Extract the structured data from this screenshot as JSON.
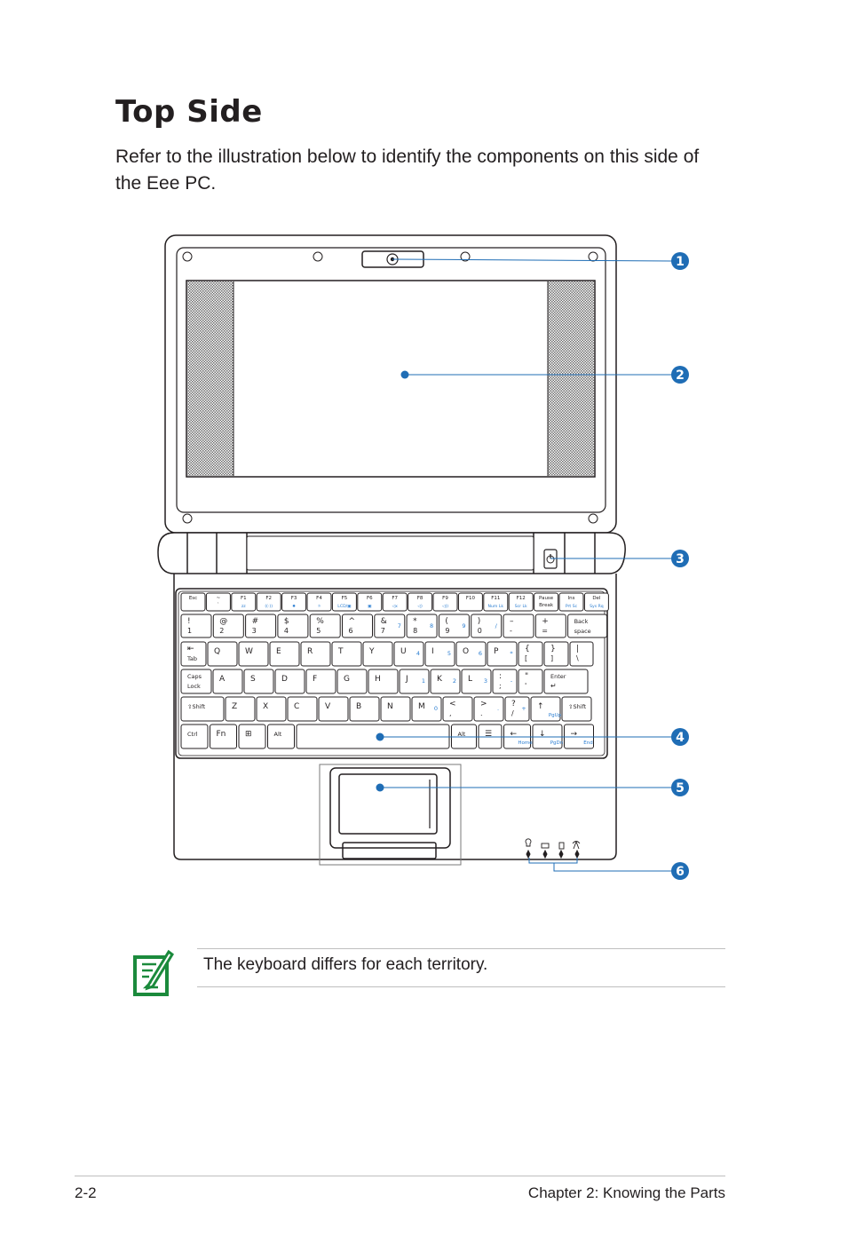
{
  "page": {
    "title": "Top Side",
    "intro": "Refer to the illustration below to identify the components on this side of the Eee PC."
  },
  "callouts": [
    "1",
    "2",
    "3",
    "4",
    "5",
    "6"
  ],
  "note": {
    "icon": "note-pencil-icon",
    "text": "The keyboard differs for each territory."
  },
  "footer": {
    "page_number": "2-2",
    "chapter": "Chapter 2: Knowing the Parts"
  },
  "colors": {
    "callout_blue": "#1f6db5",
    "note_green": "#1b8a3c",
    "key_blue": "#2a7dd1"
  },
  "keyboard": {
    "rows": [
      [
        {
          "m": "Esc"
        },
        {
          "m": "~",
          "s": "`"
        },
        {
          "m": "F1",
          "b": "zᴢ"
        },
        {
          "m": "F2",
          "b": "((·))"
        },
        {
          "m": "F3",
          "b": "✹"
        },
        {
          "m": "F4",
          "b": "☼"
        },
        {
          "m": "F5",
          "b": "LCD/▣"
        },
        {
          "m": "F6",
          "b": "▣"
        },
        {
          "m": "F7",
          "b": "◁x"
        },
        {
          "m": "F8",
          "b": "◁)"
        },
        {
          "m": "F9",
          "b": "◁))"
        },
        {
          "m": "F10"
        },
        {
          "m": "F11",
          "b": "Num Lk"
        },
        {
          "m": "F12",
          "b": "Scr Lk"
        },
        {
          "m": "Pause",
          "s": "Break"
        },
        {
          "m": "Ins",
          "b": "Prt Sc"
        },
        {
          "m": "Del",
          "b": "Sys Rq"
        }
      ],
      [
        {
          "m": "!",
          "s": "1"
        },
        {
          "m": "@",
          "s": "2"
        },
        {
          "m": "#",
          "s": "3"
        },
        {
          "m": "$",
          "s": "4"
        },
        {
          "m": "%",
          "s": "5"
        },
        {
          "m": "^",
          "s": "6"
        },
        {
          "m": "&",
          "s": "7",
          "b": "7"
        },
        {
          "m": "*",
          "s": "8",
          "b": "8"
        },
        {
          "m": "(",
          "s": "9",
          "b": "9"
        },
        {
          "m": ")",
          "s": "0",
          "b": "/"
        },
        {
          "m": "–",
          "s": "-"
        },
        {
          "m": "+",
          "s": "="
        },
        {
          "m": "Back",
          "s": "space"
        }
      ],
      [
        {
          "m": "⇤",
          "s": "Tab"
        },
        {
          "m": "Q"
        },
        {
          "m": "W"
        },
        {
          "m": "E"
        },
        {
          "m": "R"
        },
        {
          "m": "T"
        },
        {
          "m": "Y"
        },
        {
          "m": "U",
          "b": "4"
        },
        {
          "m": "I",
          "b": "5"
        },
        {
          "m": "O",
          "b": "6"
        },
        {
          "m": "P",
          "b": "*"
        },
        {
          "m": "{",
          "s": "["
        },
        {
          "m": "}",
          "s": "]"
        },
        {
          "m": "|",
          "s": "\\"
        }
      ],
      [
        {
          "m": "Caps",
          "s": "Lock"
        },
        {
          "m": "A"
        },
        {
          "m": "S"
        },
        {
          "m": "D"
        },
        {
          "m": "F"
        },
        {
          "m": "G"
        },
        {
          "m": "H"
        },
        {
          "m": "J",
          "b": "1"
        },
        {
          "m": "K",
          "b": "2"
        },
        {
          "m": "L",
          "b": "3"
        },
        {
          "m": ":",
          "s": ";",
          "b": "-"
        },
        {
          "m": "\"",
          "s": "'"
        },
        {
          "m": "Enter",
          "s": "↵"
        }
      ],
      [
        {
          "m": "⇧Shift"
        },
        {
          "m": "Z"
        },
        {
          "m": "X"
        },
        {
          "m": "C"
        },
        {
          "m": "V"
        },
        {
          "m": "B"
        },
        {
          "m": "N"
        },
        {
          "m": "M",
          "b": "0"
        },
        {
          "m": "<",
          "s": ","
        },
        {
          "m": ">",
          "s": ".",
          "b": "."
        },
        {
          "m": "?",
          "s": "/",
          "b": "+"
        },
        {
          "m": "↑",
          "b": "PgUp"
        },
        {
          "m": "⇧Shift"
        }
      ],
      [
        {
          "m": "Ctrl"
        },
        {
          "m": "Fn"
        },
        {
          "m": "⊞"
        },
        {
          "m": "Alt"
        },
        {
          "m": ""
        },
        {
          "m": "Alt"
        },
        {
          "m": "☰"
        },
        {
          "m": "←",
          "b": "Home"
        },
        {
          "m": "↓",
          "b": "PgDn"
        },
        {
          "m": "→",
          "b": "End"
        }
      ]
    ]
  }
}
